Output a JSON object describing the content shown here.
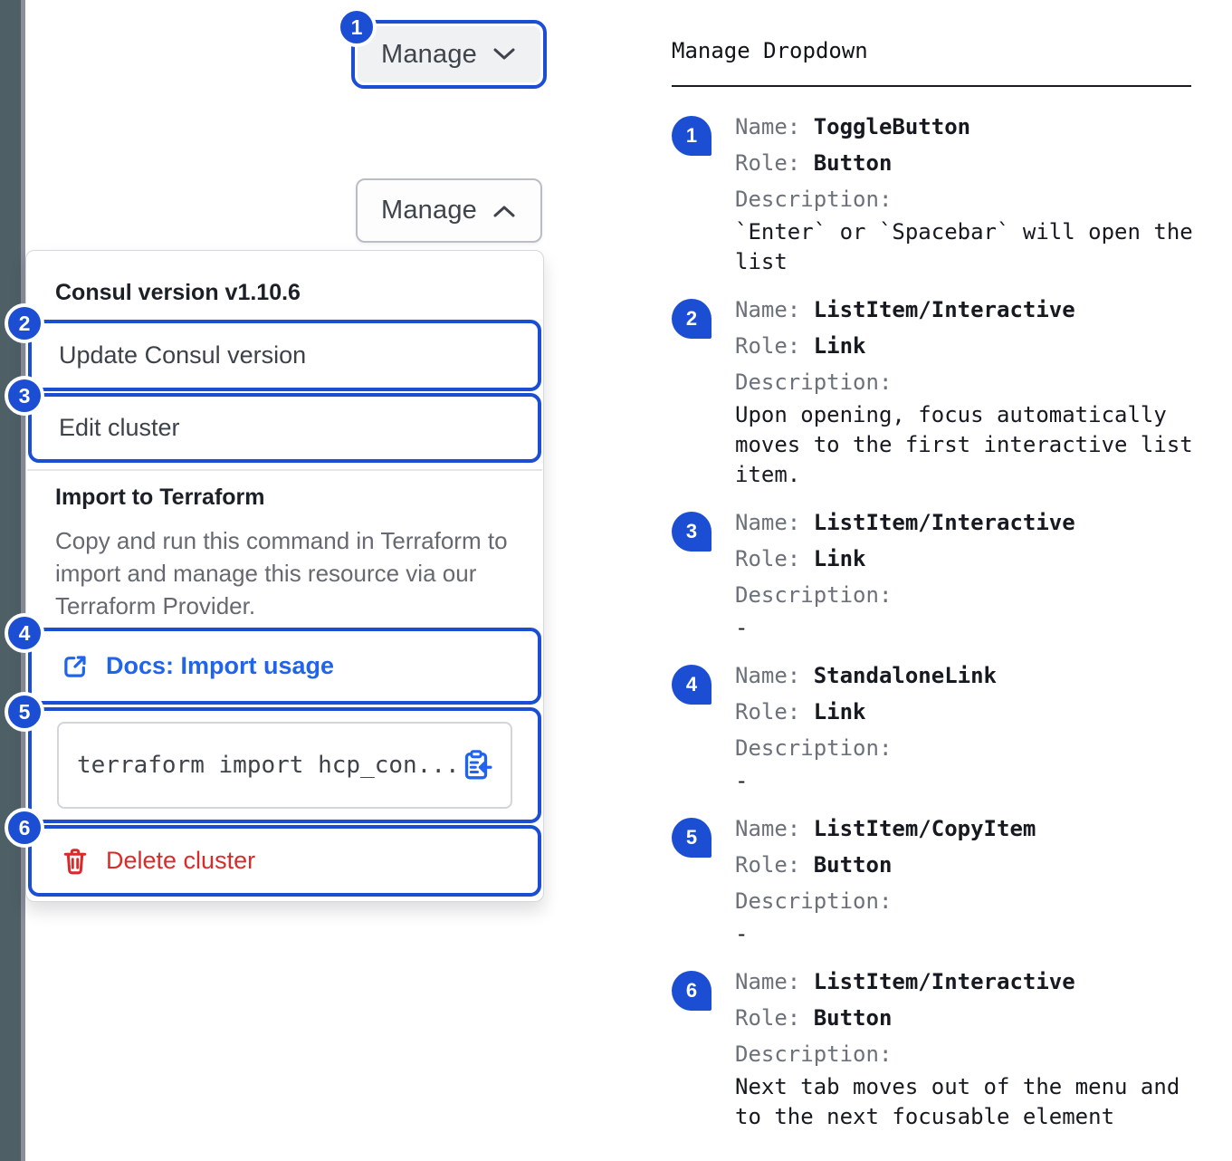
{
  "left": {
    "toggle_button": {
      "label": "Manage"
    },
    "expanded_button": {
      "label": "Manage"
    },
    "dropdown": {
      "version_header": "Consul version v1.10.6",
      "update_item": "Update Consul version",
      "edit_item": "Edit cluster",
      "import_header": "Import to Terraform",
      "import_description": "Copy and run this command in Terraform to import and manage this resource via our Terraform Provider.",
      "docs_link": "Docs: Import usage",
      "terraform_command": "terraform import hcp_con...",
      "delete_item": "Delete cluster"
    },
    "badges": {
      "b1": "1",
      "b2": "2",
      "b3": "3",
      "b4": "4",
      "b5": "5",
      "b6": "6"
    }
  },
  "annotations": {
    "title": "Manage Dropdown",
    "labels": {
      "name": "Name:",
      "role": "Role:",
      "description": "Description:"
    },
    "items": [
      {
        "number": "1",
        "name": "ToggleButton",
        "role": "Button",
        "description": "`Enter` or `Spacebar` will open the list"
      },
      {
        "number": "2",
        "name": "ListItem/Interactive",
        "role": "Link",
        "description": "Upon opening, focus automatically moves to the first interactive list item."
      },
      {
        "number": "3",
        "name": "ListItem/Interactive",
        "role": "Link",
        "description": "-"
      },
      {
        "number": "4",
        "name": "StandaloneLink",
        "role": "Link",
        "description": "-"
      },
      {
        "number": "5",
        "name": "ListItem/CopyItem",
        "role": "Button",
        "description": "-"
      },
      {
        "number": "6",
        "name": "ListItem/Interactive",
        "role": "Button",
        "description": "Next tab moves out of the menu and to the next focusable element"
      }
    ]
  },
  "colors": {
    "accent_blue": "#1b4ed2",
    "link_blue": "#2064eb",
    "danger_red": "#dc2a2a",
    "rail_gray": "#4e5f66"
  }
}
